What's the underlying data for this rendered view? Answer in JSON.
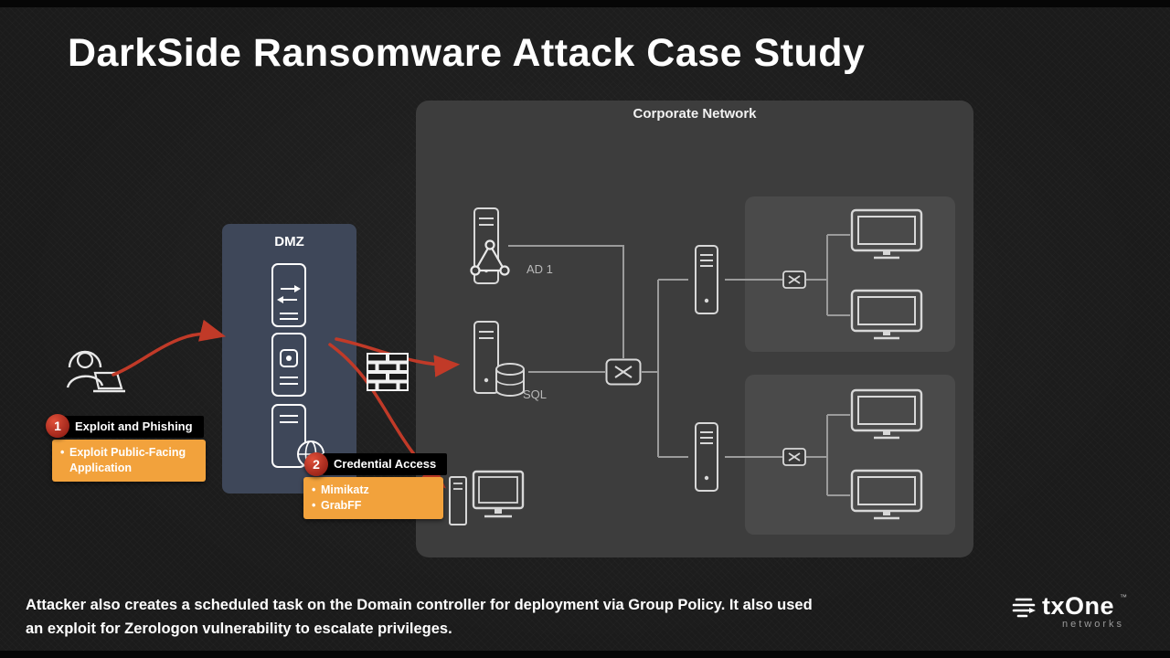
{
  "title": "DarkSide Ransomware Attack Case Study",
  "colors": {
    "accent_orange": "#F2A23C",
    "step_badge_red": "#C1272D",
    "arrow_red": "#C13A28",
    "dmz_panel": "#3E4759",
    "network_panel": "#3D3D3D",
    "subnet_panel": "#4A4A4A",
    "connector_gray": "#9B9B9B"
  },
  "diagram": {
    "corporate_label": "Corporate Network",
    "dmz_label": "DMZ",
    "ad_label": "AD 1",
    "sql_label": "SQL"
  },
  "steps": [
    {
      "number": "1",
      "label": "Exploit and Phishing",
      "bullets": [
        "Exploit Public-Facing Application"
      ]
    },
    {
      "number": "2",
      "label": "Credential Access",
      "bullets": [
        "Mimikatz",
        "GrabFF"
      ]
    }
  ],
  "caption": "Attacker also creates a scheduled task on the Domain controller for deployment via Group Policy. It also used an exploit for Zerologon vulnerability to escalate privileges.",
  "logo": {
    "brand": "txOne",
    "tm": "™",
    "sub": "networks"
  },
  "icons": {
    "attacker": "hooded-attacker-icon",
    "firewall": "firewall-brick-icon",
    "core_switch": "crossed-arrows-switch-icon",
    "server": "server-tower-icon",
    "desktop": "desktop-computer-icon",
    "database": "database-cylinder-icon",
    "ad_badge": "network-triangle-icon",
    "globe": "globe-icon",
    "transfer_arrows": "transfer-arrows-icon",
    "logo_mark": "txone-logo-icon"
  }
}
